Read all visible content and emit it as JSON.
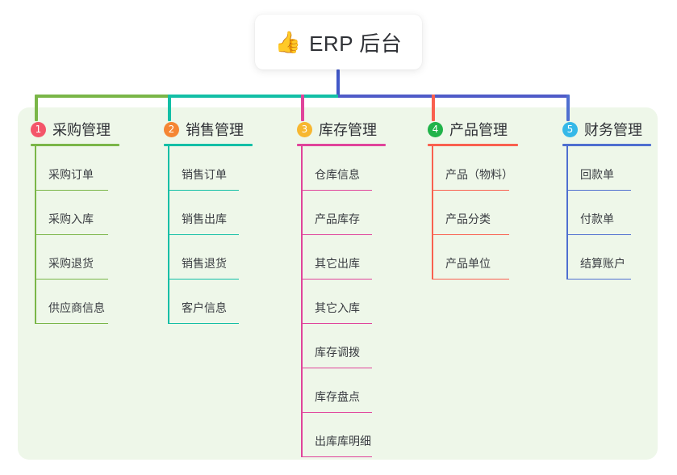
{
  "root": {
    "icon": "thumbs-up-emoji",
    "emoji": "👍",
    "title": "ERP 后台"
  },
  "theme": {
    "panel_bg": "#eef7e9",
    "page_bg": "#ffffff",
    "root_card_bg": "#ffffff",
    "text": "#2f3136",
    "leaf_text": "#3a3d42",
    "root_stem": "#4158c8"
  },
  "connector": {
    "segments": [
      {
        "name": "green-left",
        "color": "#7ab648"
      },
      {
        "name": "teal-middle",
        "color": "#13bfa6"
      },
      {
        "name": "blue-right",
        "color": "#4f5bc8"
      }
    ]
  },
  "columns": [
    {
      "number": "1",
      "title": "采购管理",
      "badge_color": "#f4556a",
      "line_color": "#7ab648",
      "drop_color": "#7ab648",
      "items": [
        "采购订单",
        "采购入库",
        "采购退货",
        "供应商信息"
      ]
    },
    {
      "number": "2",
      "title": "销售管理",
      "badge_color": "#f58634",
      "line_color": "#13bfa6",
      "drop_color": "#13bfa6",
      "items": [
        "销售订单",
        "销售出库",
        "销售退货",
        "客户信息"
      ]
    },
    {
      "number": "3",
      "title": "库存管理",
      "badge_color": "#f7b731",
      "line_color": "#e0449b",
      "drop_color": "#e0449b",
      "items": [
        "仓库信息",
        "产品库存",
        "其它出库",
        "其它入库",
        "库存调拨",
        "库存盘点",
        "出库库明细"
      ]
    },
    {
      "number": "4",
      "title": "产品管理",
      "badge_color": "#21b34a",
      "line_color": "#f9604f",
      "drop_color": "#f9604f",
      "items": [
        "产品（物料）",
        "产品分类",
        "产品单位"
      ]
    },
    {
      "number": "5",
      "title": "财务管理",
      "badge_color": "#35b8e8",
      "line_color": "#4f6fd0",
      "drop_color": "#4f6fd0",
      "items": [
        "回款单",
        "付款单",
        "结算账户"
      ]
    }
  ]
}
